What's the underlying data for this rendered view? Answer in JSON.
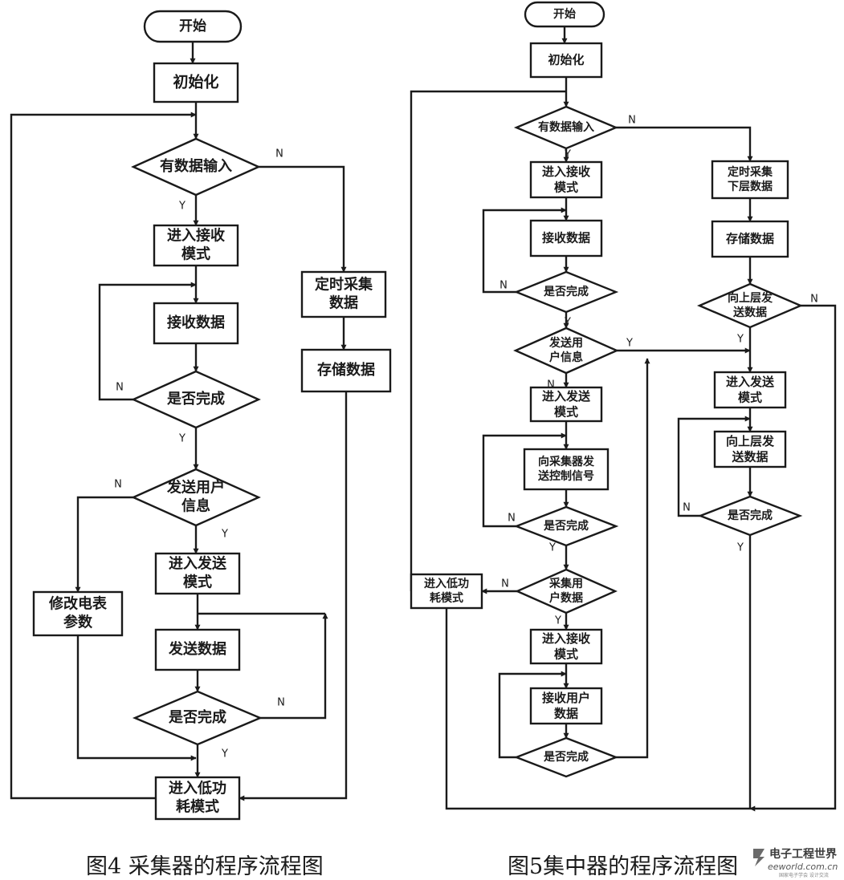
{
  "figure4": {
    "caption": "图4 采集器的程序流程图",
    "nodes": {
      "start": "开始",
      "init": "初始化",
      "has_input": "有数据输入",
      "enter_recv": "进入接收\n模式",
      "recv_data": "接收数据",
      "recv_done": "是否完成",
      "send_user_info": "发送用户\n信息",
      "enter_send": "进入发送\n模式",
      "send_data": "发送数据",
      "send_done": "是否完成",
      "modify_meter": "修改电表\n参数",
      "timed_collect": "定时采集\n数据",
      "store_data": "存储数据",
      "low_power": "进入低功\n耗模式"
    }
  },
  "figure5": {
    "caption": "图5集中器的程序流程图",
    "nodes": {
      "start": "开始",
      "init": "初始化",
      "has_input": "有数据输入",
      "enter_recv": "进入接收\n模式",
      "recv_data": "接收数据",
      "recv_done": "是否完成",
      "send_user_info": "发送用\n户信息",
      "enter_send": "进入发送\n模式",
      "send_ctrl": "向采集器发\n送控制信号",
      "send_done": "是否完成",
      "collect_user": "采集用\n户数据",
      "enter_recv2": "进入接收\n模式",
      "recv_user": "接收用户\n数据",
      "recv_user_done": "是否完成",
      "low_power": "进入低功\n耗模式",
      "timed_collect": "定时采集\n下层数据",
      "store_data": "存储数据",
      "send_upper_q": "向上层发\n送数据",
      "enter_send2": "进入发送\n模式",
      "send_upper": "向上层发\n送数据",
      "upper_done": "是否完成"
    }
  },
  "edge_labels": {
    "yes": "Y",
    "no": "N"
  },
  "watermark": {
    "name": "电子工程世界",
    "url": "eeworld.com.cn",
    "tagline": "国家电子学会 设计交流"
  }
}
